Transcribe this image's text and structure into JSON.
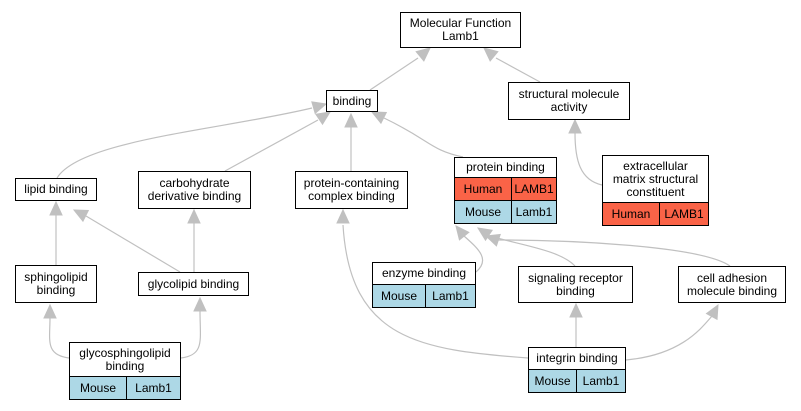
{
  "colors": {
    "edge": "#c0c0c0",
    "mouse": "#add8e6",
    "human": "#fa6347"
  },
  "nodes": {
    "root": {
      "line1": "Molecular Function",
      "line2": "Lamb1"
    },
    "binding": {
      "label": "binding"
    },
    "structural": {
      "line1": "structural molecule",
      "line2": "activity"
    },
    "lipid": {
      "label": "lipid binding"
    },
    "carb": {
      "line1": "carbohydrate",
      "line2": "derivative binding"
    },
    "complex": {
      "line1": "protein-containing",
      "line2": "complex binding"
    },
    "protein": {
      "label": "protein binding",
      "rows": [
        {
          "species": "Human",
          "gene": "LAMB1"
        },
        {
          "species": "Mouse",
          "gene": "Lamb1"
        }
      ]
    },
    "ecm": {
      "line1": "extracellular",
      "line2": "matrix structural",
      "line3": "constituent",
      "rows": [
        {
          "species": "Human",
          "gene": "LAMB1"
        }
      ]
    },
    "sphingo": {
      "line1": "sphingolipid",
      "line2": "binding"
    },
    "glycolipid": {
      "label": "glycolipid binding"
    },
    "enzyme": {
      "label": "enzyme binding",
      "rows": [
        {
          "species": "Mouse",
          "gene": "Lamb1"
        }
      ]
    },
    "signaling": {
      "line1": "signaling receptor",
      "line2": "binding"
    },
    "adhesion": {
      "line1": "cell adhesion",
      "line2": "molecule binding"
    },
    "glycosphingo": {
      "line1": "glycosphingolipid",
      "line2": "binding",
      "rows": [
        {
          "species": "Mouse",
          "gene": "Lamb1"
        }
      ]
    },
    "integrin": {
      "label": "integrin binding",
      "rows": [
        {
          "species": "Mouse",
          "gene": "Lamb1"
        }
      ]
    }
  },
  "edges": [
    {
      "from": "binding",
      "to": "root"
    },
    {
      "from": "structural",
      "to": "root"
    },
    {
      "from": "lipid",
      "to": "binding"
    },
    {
      "from": "carb",
      "to": "binding"
    },
    {
      "from": "complex",
      "to": "binding"
    },
    {
      "from": "protein",
      "to": "binding"
    },
    {
      "from": "ecm",
      "to": "structural"
    },
    {
      "from": "sphingo",
      "to": "lipid"
    },
    {
      "from": "glycolipid",
      "to": "lipid"
    },
    {
      "from": "glycolipid",
      "to": "carb"
    },
    {
      "from": "enzyme",
      "to": "protein"
    },
    {
      "from": "signaling",
      "to": "protein"
    },
    {
      "from": "adhesion",
      "to": "protein"
    },
    {
      "from": "glycosphingo",
      "to": "sphingo"
    },
    {
      "from": "glycosphingo",
      "to": "glycolipid"
    },
    {
      "from": "integrin",
      "to": "signaling"
    },
    {
      "from": "integrin",
      "to": "adhesion"
    },
    {
      "from": "integrin",
      "to": "complex"
    }
  ]
}
